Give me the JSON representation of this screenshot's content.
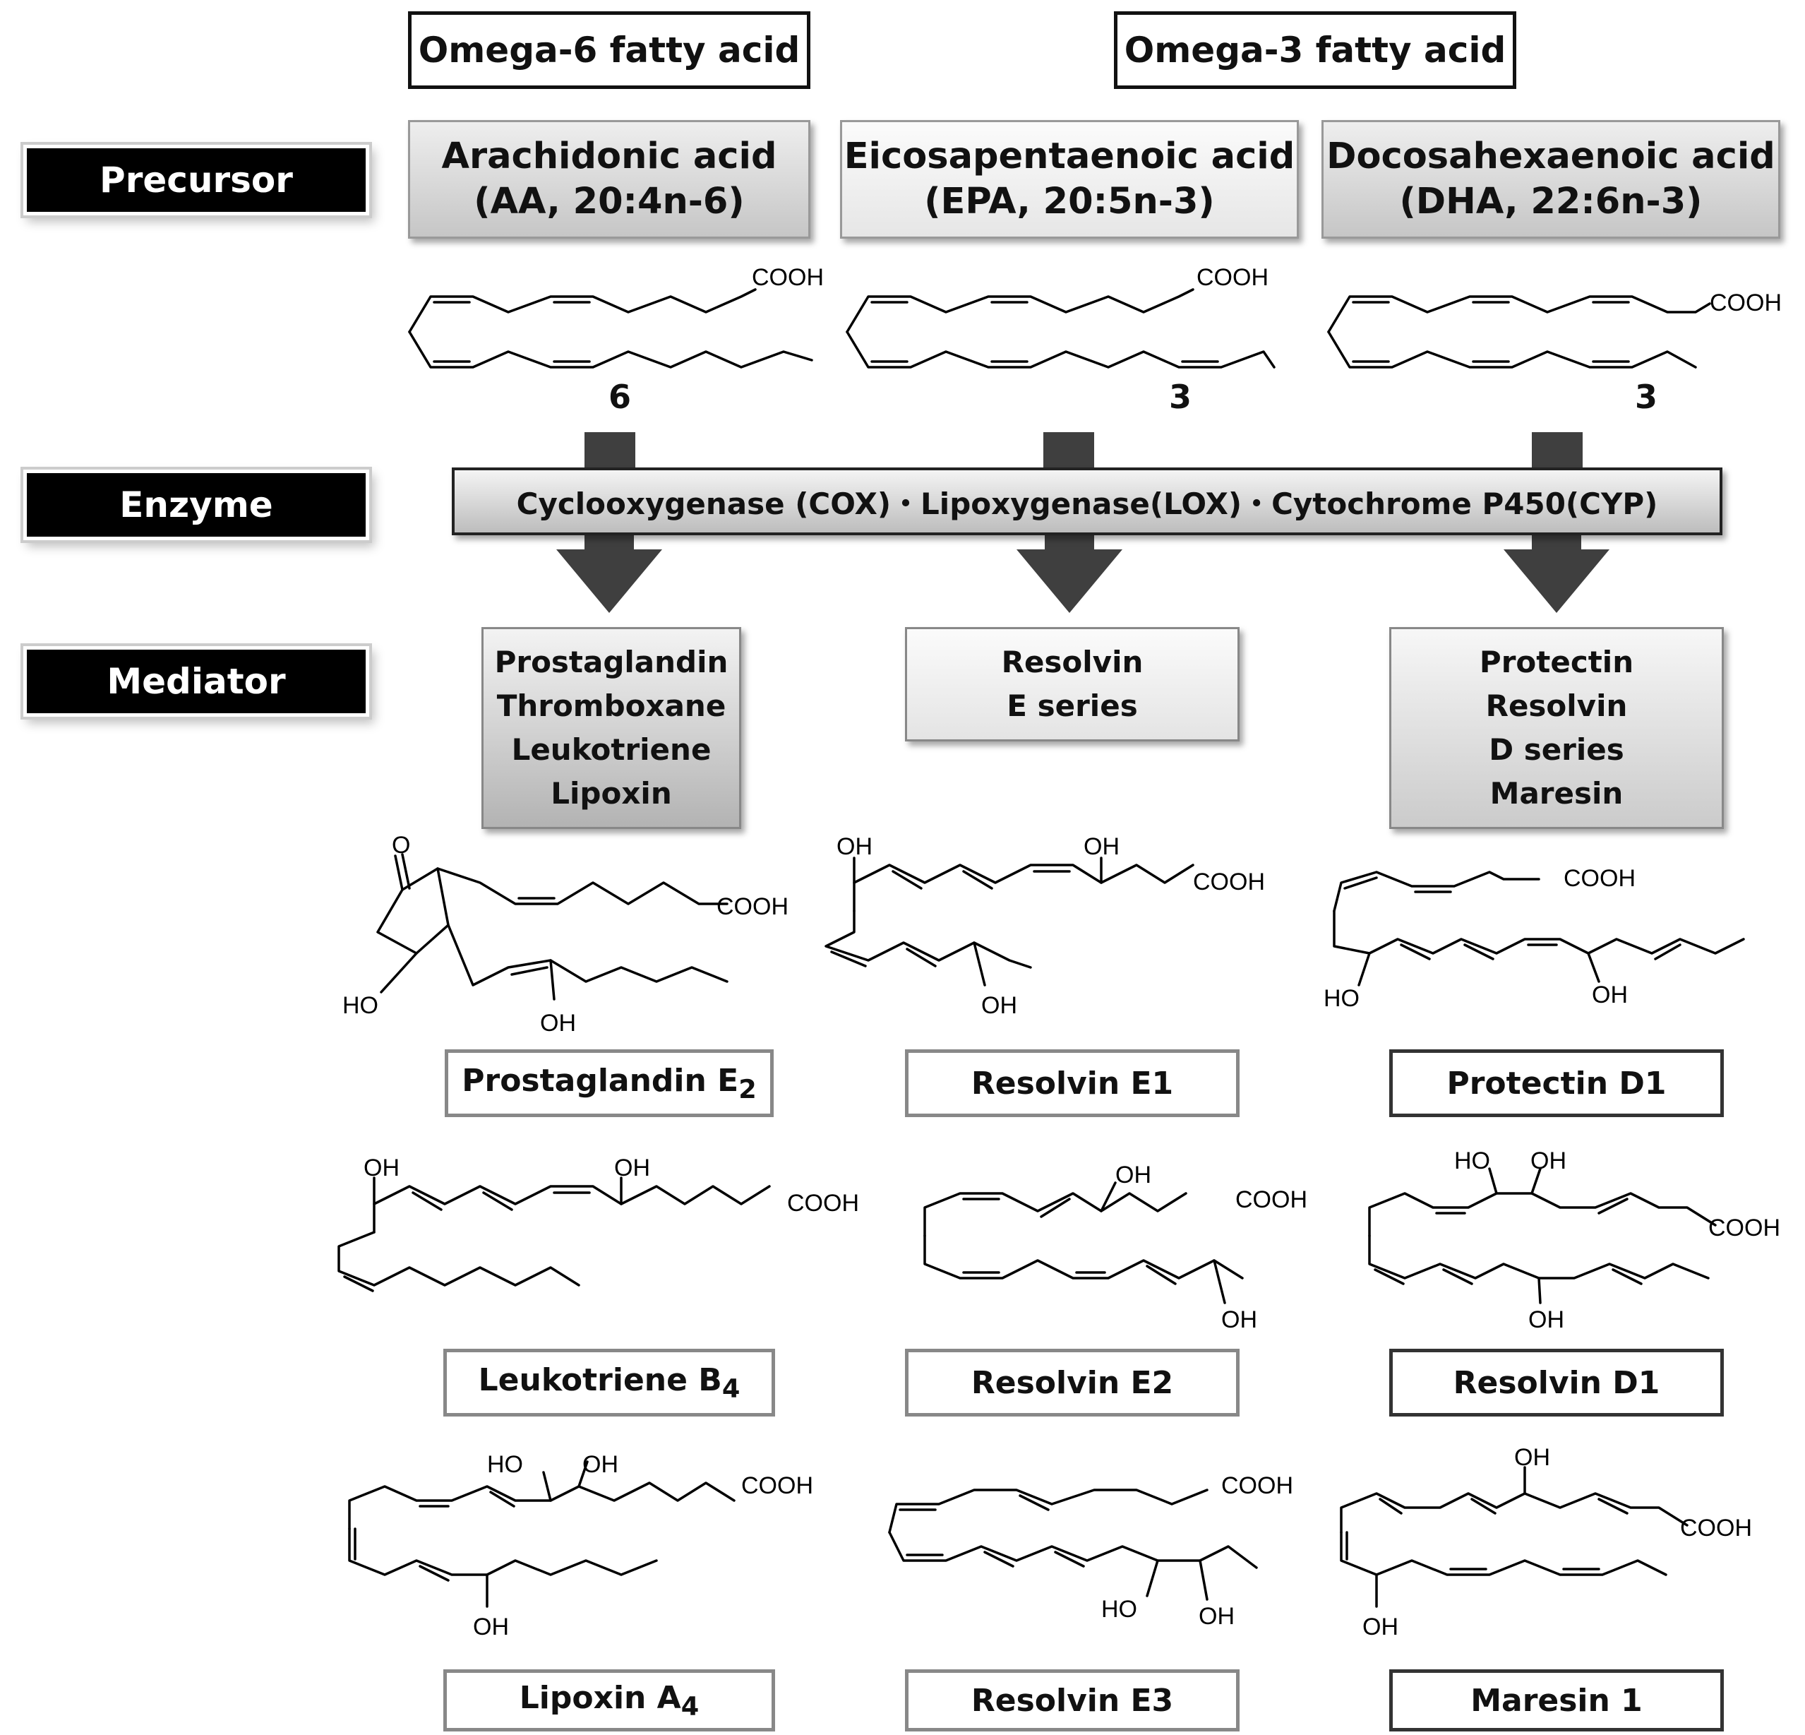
{
  "families": {
    "omega6": "Omega-6 fatty acid",
    "omega3": "Omega-3 fatty acid"
  },
  "rows": {
    "precursor": "Precursor",
    "enzyme": "Enzyme",
    "mediator": "Mediator"
  },
  "precursors": [
    {
      "name": "Arachidonic acid",
      "formula": "(AA, 20:4n-6)",
      "omega_number": "6"
    },
    {
      "name": "Eicosapentaenoic acid",
      "formula": "(EPA, 20:5n-3)",
      "omega_number": "3"
    },
    {
      "name": "Docosahexaenoic acid",
      "formula": "(DHA, 22:6n-3)",
      "omega_number": "3"
    }
  ],
  "enzyme": "Cyclooxygenase (COX)・Lipoxygenase(LOX)・Cytochrome P450(CYP)",
  "mediators": [
    {
      "lines": [
        "Prostaglandin",
        "Thromboxane",
        "Leukotriene",
        "Lipoxin"
      ]
    },
    {
      "lines": [
        "Resolvin",
        "E series"
      ]
    },
    {
      "lines": [
        "Protectin",
        "Resolvin",
        "D series",
        "Maresin"
      ]
    }
  ],
  "compounds": {
    "pge2": {
      "base": "Prostaglandin E",
      "sub": "2"
    },
    "rve1": {
      "name": "Resolvin E1"
    },
    "pd1": {
      "name": "Protectin D1"
    },
    "ltb4": {
      "base": "Leukotriene B",
      "sub": "4"
    },
    "rve2": {
      "name": "Resolvin E2"
    },
    "rvd1": {
      "name": "Resolvin D1"
    },
    "lxa4": {
      "base": "Lipoxin A",
      "sub": "4"
    },
    "rve3": {
      "name": "Resolvin E3"
    },
    "mar1": {
      "name": "Maresin 1"
    }
  },
  "labels": {
    "cooh": "COOH",
    "oh": "OH",
    "ho": "HO",
    "o": "O"
  }
}
